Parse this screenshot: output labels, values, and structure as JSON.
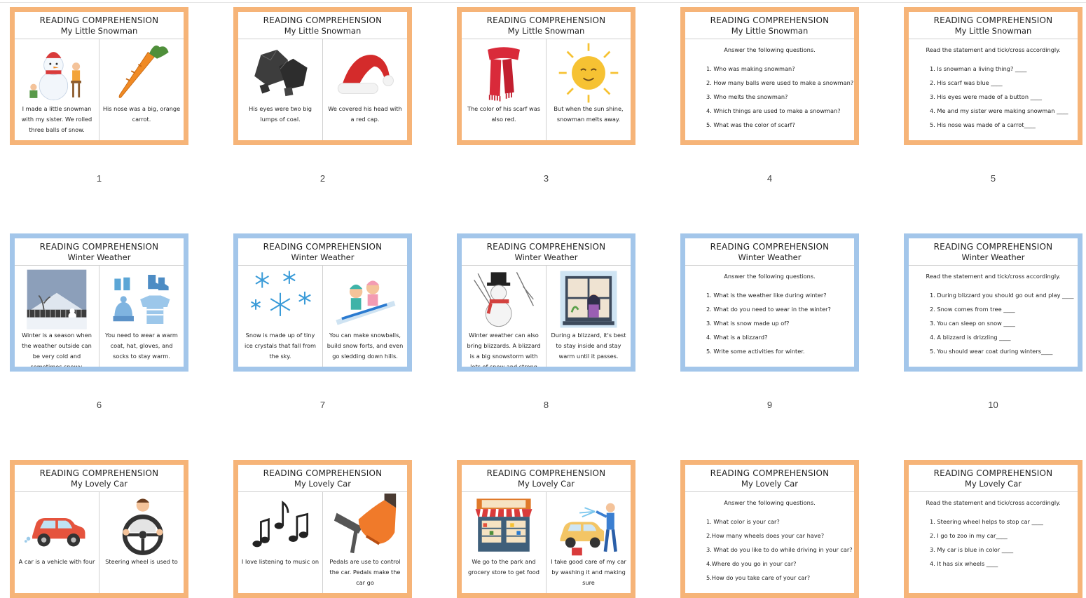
{
  "slides": [
    {
      "number": "1",
      "theme": "orange",
      "title": "READING COMPREHENSION",
      "subtitle": "My Little Snowman",
      "kind": "panels",
      "panels": [
        {
          "icon": "snowman-icon",
          "caption": "I made a little snowman with my sister. We rolled three balls of snow."
        },
        {
          "icon": "carrot-icon",
          "caption": "His nose was a big, orange carrot."
        }
      ]
    },
    {
      "number": "2",
      "theme": "orange",
      "title": "READING COMPREHENSION",
      "subtitle": "My Little Snowman",
      "kind": "panels",
      "panels": [
        {
          "icon": "coal-icon",
          "caption": "His eyes were two big lumps of coal."
        },
        {
          "icon": "santa-hat-icon",
          "caption": "We covered his head with a red cap."
        }
      ]
    },
    {
      "number": "3",
      "theme": "orange",
      "title": "READING COMPREHENSION",
      "subtitle": "My Little Snowman",
      "kind": "panels",
      "panels": [
        {
          "icon": "scarf-icon",
          "caption": "The color of his scarf was also red."
        },
        {
          "icon": "sun-icon",
          "caption": "But when the sun shine, snowman melts away."
        }
      ]
    },
    {
      "number": "4",
      "theme": "orange",
      "title": "READING COMPREHENSION",
      "subtitle": "My Little Snowman",
      "kind": "questions",
      "heading": "Answer the following questions.",
      "items": [
        "1. Who was making snowman?",
        "2. How many balls were used to make a snowman?",
        "3. Who melts the snowman?",
        "4. Which things are used to make a snowman?",
        "5. What was the color of scarf?"
      ]
    },
    {
      "number": "5",
      "theme": "orange",
      "title": "READING COMPREHENSION",
      "subtitle": "My Little Snowman",
      "kind": "questions",
      "heading": "Read the statement and tick/cross accordingly.",
      "items": [
        "1. Is snowman a living thing? ____",
        "2. His scarf was blue ____",
        "3. His eyes were made of a button ____",
        "4. Me and my sister were making snowman ____",
        "5. His nose was made of a carrot____"
      ]
    },
    {
      "number": "6",
      "theme": "blue",
      "title": "READING COMPREHENSION",
      "subtitle": "Winter Weather",
      "kind": "panels",
      "panels": [
        {
          "icon": "winter-scene-icon",
          "caption": "Winter is a season when the weather outside can be very cold and sometimes snowy."
        },
        {
          "icon": "winter-clothes-icon",
          "caption": "You need to wear a warm coat, hat, gloves, and socks to stay warm."
        }
      ]
    },
    {
      "number": "7",
      "theme": "blue",
      "title": "READING COMPREHENSION",
      "subtitle": "Winter Weather",
      "kind": "panels",
      "panels": [
        {
          "icon": "snowflakes-icon",
          "caption": "Snow is made up of tiny ice crystals that fall from the sky."
        },
        {
          "icon": "sledding-kids-icon",
          "caption": "You can make snowballs, build snow forts, and even go sledding down hills."
        }
      ]
    },
    {
      "number": "8",
      "theme": "blue",
      "title": "READING COMPREHENSION",
      "subtitle": "Winter Weather",
      "kind": "panels",
      "panels": [
        {
          "icon": "blizzard-snowman-icon",
          "caption": "Winter weather can also bring blizzards. A blizzard is a big snowstorm with lots of snow and strong winds."
        },
        {
          "icon": "window-girl-icon",
          "caption": "During a blizzard, it's best to stay inside and stay warm until it passes."
        }
      ]
    },
    {
      "number": "9",
      "theme": "blue",
      "title": "READING COMPREHENSION",
      "subtitle": "Winter Weather",
      "kind": "questions",
      "heading": "Answer the following questions.",
      "items": [
        "1. What is the weather like during winter?",
        "2. What do you need to wear in the winter?",
        "3. What is snow made up of?",
        "4. What is a blizzard?",
        "5. Write some activities for winter."
      ]
    },
    {
      "number": "10",
      "theme": "blue",
      "title": "READING COMPREHENSION",
      "subtitle": "Winter Weather",
      "kind": "questions",
      "heading": "Read the statement and tick/cross accordingly.",
      "items": [
        "1. During blizzard you should go out and play ____",
        "2. Snow comes from tree ____",
        "3. You can sleep on snow ____",
        "4. A blizzard is drizzling ____",
        "5. You should wear coat during winters____"
      ]
    },
    {
      "number": "11",
      "theme": "orange",
      "title": "READING COMPREHENSION",
      "subtitle": "My Lovely Car",
      "kind": "panels",
      "panels": [
        {
          "icon": "car-icon",
          "caption": "A car is a vehicle with four"
        },
        {
          "icon": "steering-driver-icon",
          "caption": "Steering wheel is used to"
        }
      ]
    },
    {
      "number": "12",
      "theme": "orange",
      "title": "READING COMPREHENSION",
      "subtitle": "My Lovely Car",
      "kind": "panels",
      "panels": [
        {
          "icon": "music-notes-icon",
          "caption": "I love listening to music on"
        },
        {
          "icon": "pedal-foot-icon",
          "caption": "Pedals are use to control the car. Pedals make the car go"
        }
      ]
    },
    {
      "number": "13",
      "theme": "orange",
      "title": "READING COMPREHENSION",
      "subtitle": "My Lovely Car",
      "kind": "panels",
      "panels": [
        {
          "icon": "grocery-store-icon",
          "caption": "We go to the park and grocery store to get food"
        },
        {
          "icon": "car-wash-icon",
          "caption": "I take good care of my car by washing it and making sure"
        }
      ]
    },
    {
      "number": "14",
      "theme": "orange",
      "title": "READING COMPREHENSION",
      "subtitle": "My Lovely Car",
      "kind": "questions",
      "heading": "Answer the following questions.",
      "items": [
        "1. What color is your car?",
        "2.How many wheels does your car have?",
        "3. What do you like to do while driving in your car?",
        "4.Where do you go in your car?",
        "5.How do you take care of your car?"
      ]
    },
    {
      "number": "15",
      "theme": "orange",
      "title": "READING COMPREHENSION",
      "subtitle": "My Lovely Car",
      "kind": "questions",
      "heading": "Read the statement and tick/cross accordingly.",
      "items": [
        "1. Steering wheel helps to stop car ____",
        "2. I go to zoo in my car____",
        "3. My car is blue in color ____",
        "4. It has six wheels ____"
      ]
    }
  ]
}
